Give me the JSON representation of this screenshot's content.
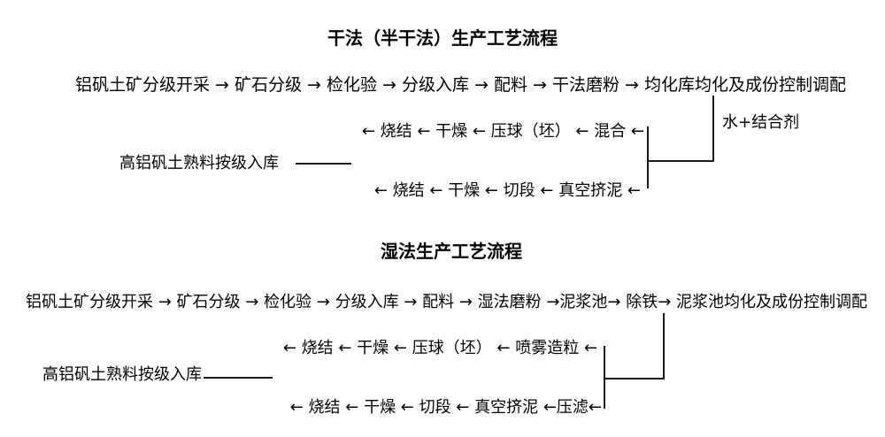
{
  "page": {
    "background": "#ffffff",
    "text_color": "#000000",
    "line_color": "#1a1a1a"
  },
  "dry": {
    "title": "干法（半干法）生产工艺流程",
    "main_flow": "铝矾土矿分级开采 → 矿石分级 → 检化验 → 分级入库 → 配料 → 干法磨粉 → 均化库均化及成份控制调配",
    "additive_label": "水+结合剂",
    "press_branch": "← 烧结 ← 干燥 ← 压球（坯） ← 混合 ←",
    "warehouse_label": "高铝矾土熟料按级入库",
    "extrusion_branch": "← 烧结 ← 干燥 ← 切段 ← 真空挤泥 ←"
  },
  "wet": {
    "title": "湿法生产工艺流程",
    "main_flow": "铝矾土矿分级开采 → 矿石分级 → 检化验 → 分级入库 → 配料 → 湿法磨粉 →泥浆池→ 除铁→ 泥浆池均化及成份控制调配",
    "spray_branch": "← 烧结 ← 干燥 ← 压球（坯） ← 喷雾造粒 ←",
    "warehouse_label": "高铝矾土熟料按级入库",
    "extrusion_branch": "← 烧结 ← 干燥 ← 切段 ← 真空挤泥 ←压滤←"
  }
}
